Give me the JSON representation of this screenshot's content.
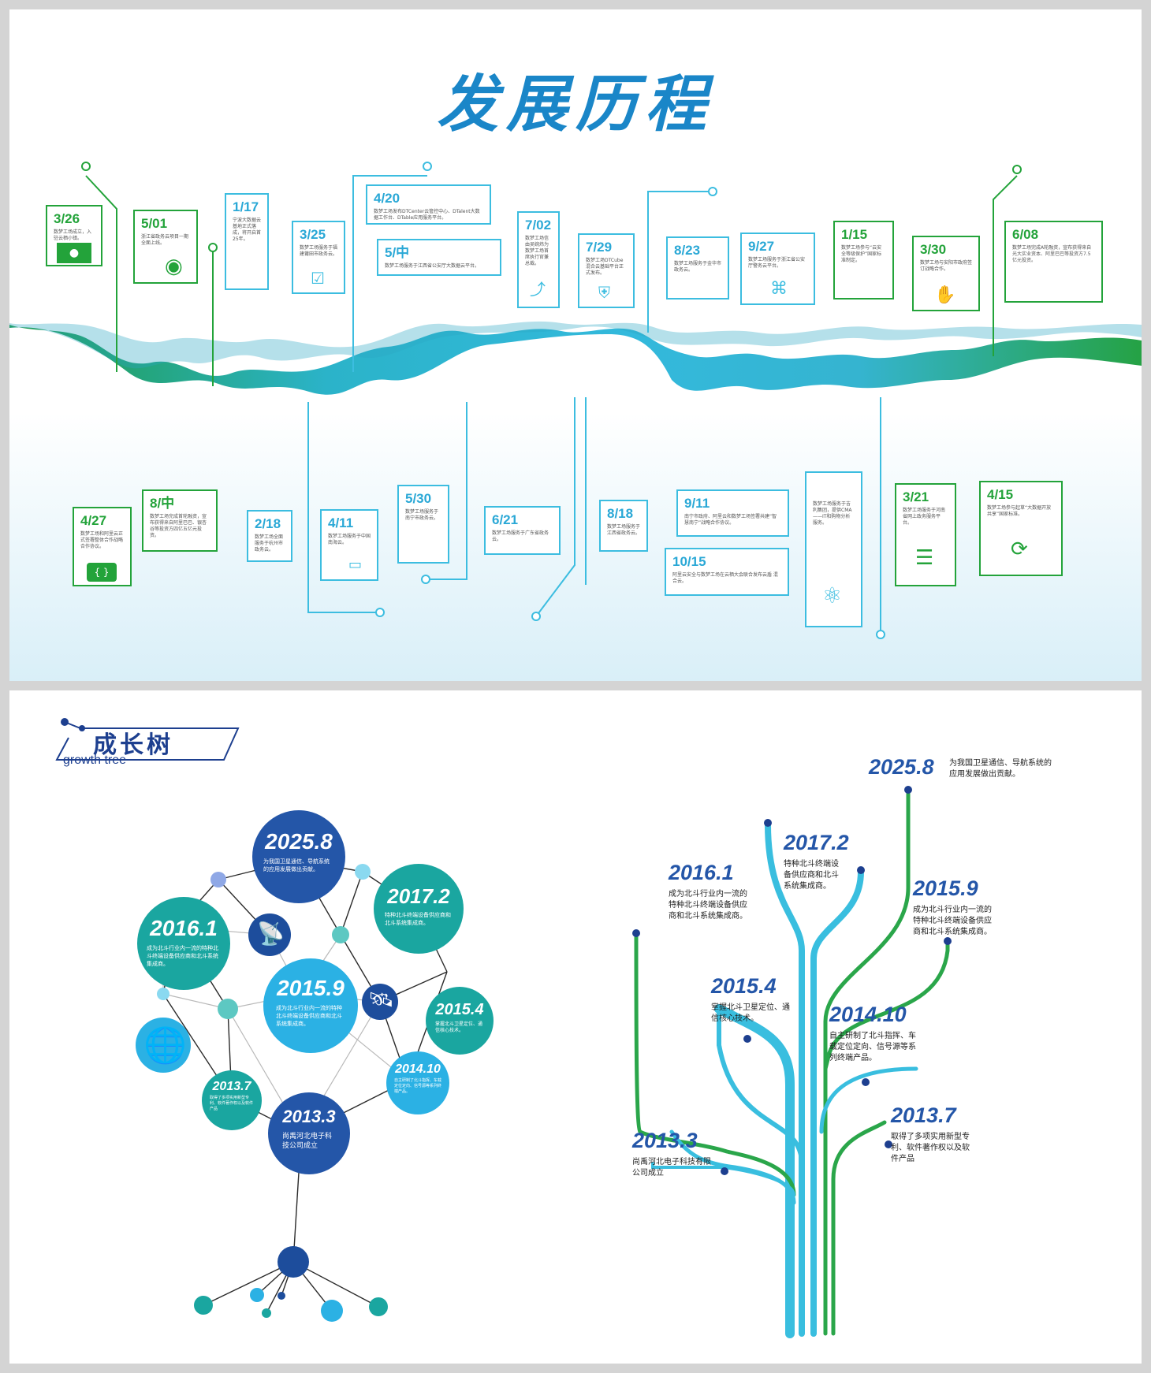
{
  "history": {
    "title": "发展历程",
    "upper": [
      {
        "date": "3/26",
        "text": "数梦工场成立，入驻云栖小镇。",
        "icon": "building-gate-icon"
      },
      {
        "date": "5/01",
        "text": "浙江省政务云项目一期全面上线。",
        "icon": "target-icon"
      },
      {
        "date": "1/17",
        "text": "宁波大数据云基地正式落成，将开启首25年。",
        "icon": ""
      },
      {
        "date": "3/25",
        "text": "数梦工场服务于福建莆田市政务云。",
        "icon": "clipboard-check-icon"
      },
      {
        "date": "4/20",
        "text": "数梦工场发布DTCenter云管控中心、DTalent大数据工作台、DTable应用服务平台。",
        "icon": ""
      },
      {
        "date": "5/中",
        "text": "数梦工场服务于江西省公安厅大数据云平台。",
        "icon": ""
      },
      {
        "date": "7/02",
        "text": "数梦工场信由吴婉炜为数梦工场首席执行官兼总裁。",
        "icon": "route-icon"
      },
      {
        "date": "7/29",
        "text": "数梦工场DTCube混合云基础平台正式发布。",
        "icon": "shield-pulse-icon"
      },
      {
        "date": "8/23",
        "text": "数梦工场服务于金华市政务云。",
        "icon": ""
      },
      {
        "date": "9/27",
        "text": "数梦工场服务于浙江省公安厅警务云平台。",
        "icon": "network-nodes-icon"
      },
      {
        "date": "1/15",
        "text": "数梦工场参与“云安全等级保护”国家标准制定。",
        "icon": ""
      },
      {
        "date": "3/30",
        "text": "数梦工场与安阳市政府签订战略合作。",
        "icon": "handshake-icon"
      },
      {
        "date": "6/08",
        "text": "数梦工场完成A轮融资，宣布获得来自光大实业资本、阿里巴巴等投资方7.5亿元投资。",
        "icon": ""
      }
    ],
    "lower": [
      {
        "date": "4/27",
        "text": "数梦工场和阿里云正式签署整体合作战略合作协议。",
        "icon": "code-brackets-icon"
      },
      {
        "date": "8/中",
        "text": "数梦工场完成首轮融资，宣布获得来自阿里巴巴、银杏谷等投资方四亿五亿元投资。",
        "icon": ""
      },
      {
        "date": "2/18",
        "text": "数梦工场全面服务于杭州市政务云。",
        "icon": ""
      },
      {
        "date": "4/11",
        "text": "数梦工场服务于中国南海云。",
        "icon": "folder-icon"
      },
      {
        "date": "5/30",
        "text": "数梦工场服务于南宁市政务云。",
        "icon": ""
      },
      {
        "date": "6/21",
        "text": "数梦工场服务于广东省政务云。",
        "icon": ""
      },
      {
        "date": "8/18",
        "text": "数梦工场服务于江西省政务云。",
        "icon": ""
      },
      {
        "date": "9/11",
        "text": "南宁市政府、阿里云和数梦工场签署共建“智慧南宁”战略合作协议。",
        "icon": ""
      },
      {
        "date": "10/15",
        "text": "阿里云安全与数梦工场在云栖大会联合发布云盾 混合云。",
        "icon": ""
      },
      {
        "date": "",
        "text": "数梦工场服务于吉利集团，提供CMA——IT和购物分析服务。",
        "icon": "atom-icon"
      },
      {
        "date": "3/21",
        "text": "数梦工场服务于河南省网上政务服务平台。",
        "icon": "sliders-icon"
      },
      {
        "date": "4/15",
        "text": "数梦工场参与起草“大数据开放共享”国家标准。",
        "icon": "share-circle-icon"
      }
    ]
  },
  "growth": {
    "title": "成长树",
    "subtitle": "growth tree",
    "network_nodes": [
      {
        "year": "2025.8",
        "text": "为我国卫星通信、导航系统的应用发展做出贡献。"
      },
      {
        "year": "2017.2",
        "text": "特种北斗终端设备供应商和北斗系统集成商。"
      },
      {
        "year": "2016.1",
        "text": "成为北斗行业内一流的特种北斗终端设备供应商和北斗系统集成商。"
      },
      {
        "year": "2015.9",
        "text": "成为北斗行业内一流的特种北斗终端设备供应商和北斗系统集成商。"
      },
      {
        "year": "2015.4",
        "text": "掌握北斗卫星定位、通信核心技术。"
      },
      {
        "year": "2014.10",
        "text": "自主研制了北斗指挥、车载定位定向、信号源等系列终端产品。"
      },
      {
        "year": "2013.7",
        "text": "取得了多项实用新型专利、软件著作权以及软件产品"
      },
      {
        "year": "2013.3",
        "text": "尚禹河北电子科技公司成立"
      }
    ],
    "tree_labels": [
      {
        "year": "2025.8",
        "text": "为我国卫星通信、导航系统的应用发展做出贡献。"
      },
      {
        "year": "2017.2",
        "text": "特种北斗终端设备供应商和北斗系统集成商。"
      },
      {
        "year": "2016.1",
        "text": "成为北斗行业内一流的特种北斗终端设备供应商和北斗系统集成商。"
      },
      {
        "year": "2015.9",
        "text": "成为北斗行业内一流的特种北斗终端设备供应商和北斗系统集成商。"
      },
      {
        "year": "2015.4",
        "text": "掌握北斗卫星定位、通信核心技术。"
      },
      {
        "year": "2014.10",
        "text": "自主研制了北斗指挥、车载定位定向、信号源等系列终端产品。"
      },
      {
        "year": "2013.7",
        "text": "取得了多项实用新型专利、软件著作权以及软件产品"
      },
      {
        "year": "2013.3",
        "text": "尚禹河北电子科技有限公司成立"
      }
    ]
  },
  "colors": {
    "green": "#23a33a",
    "cyan": "#3cbde0",
    "navy": "#2456a8",
    "teal": "#1aa6a0"
  }
}
